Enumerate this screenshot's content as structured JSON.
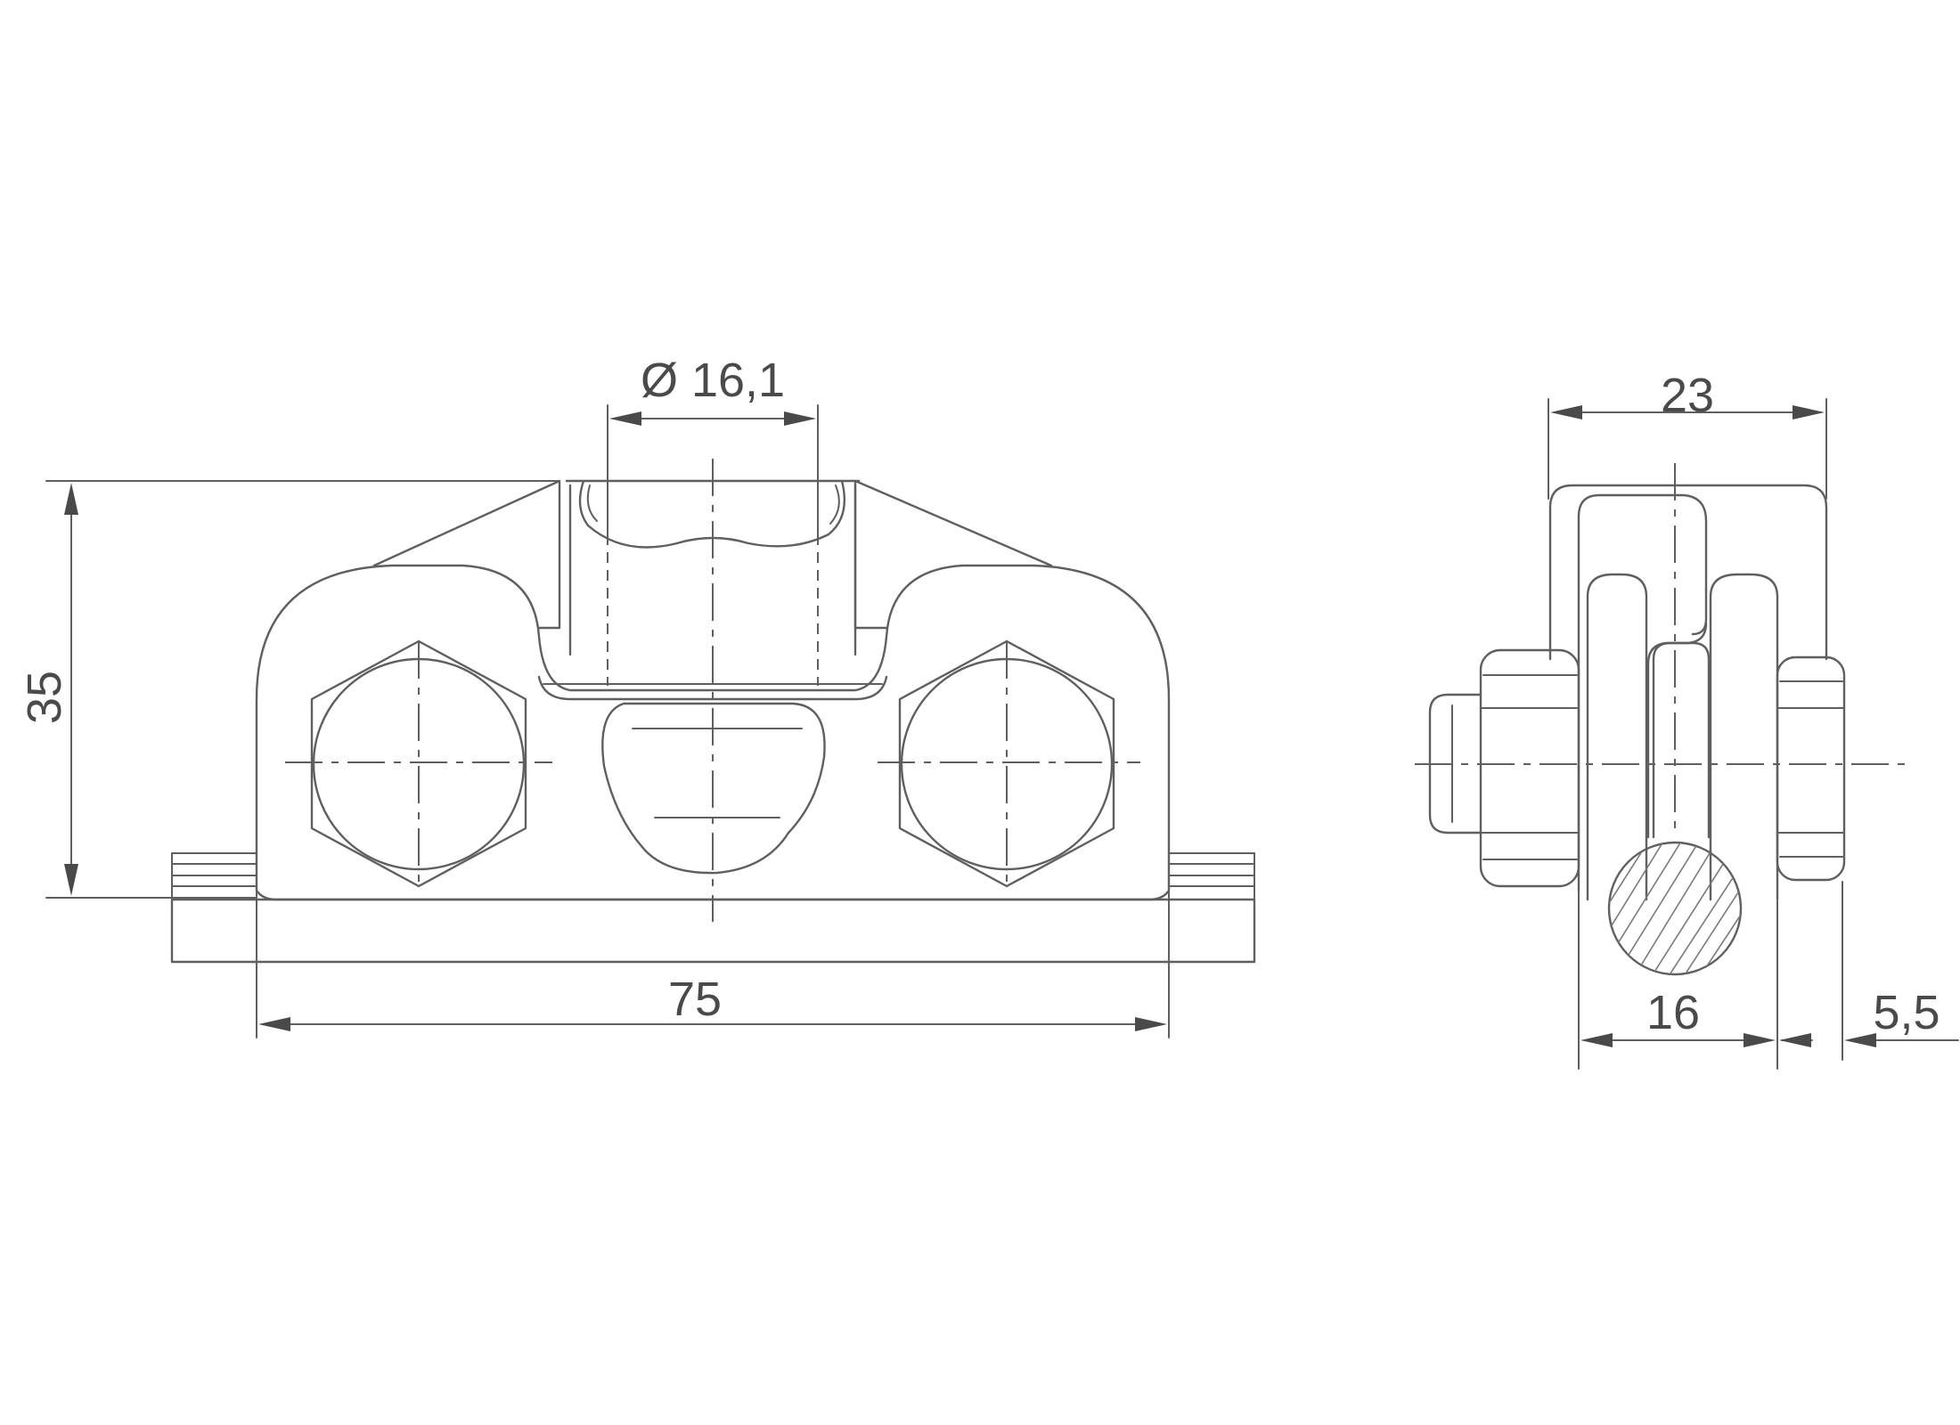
{
  "front_view": {
    "width_label": "75",
    "height_label": "35",
    "bore_label": "Ø 16,1"
  },
  "side_view": {
    "width_label": "23",
    "base_label": "16",
    "offset_label": "5,5"
  }
}
